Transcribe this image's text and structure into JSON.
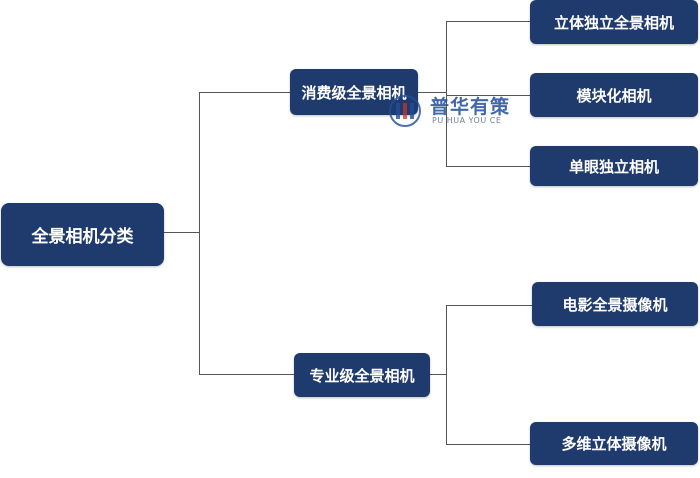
{
  "root": {
    "label": "全景相机分类"
  },
  "branches": [
    {
      "label": "消费级全景相机",
      "children": [
        {
          "label": "立体独立全景相机"
        },
        {
          "label": "模块化相机"
        },
        {
          "label": "单眼独立相机"
        }
      ]
    },
    {
      "label": "专业级全景相机",
      "children": [
        {
          "label": "电影全景摄像机"
        },
        {
          "label": "多维立体摄像机"
        }
      ]
    }
  ],
  "watermark": {
    "name": "普华有策",
    "subtitle": "PU HUA YOU CE"
  },
  "colors": {
    "node_fill": "#1f3a6d",
    "node_text": "#ffffff",
    "connector": "#555555",
    "watermark": "#1f4e9b"
  }
}
